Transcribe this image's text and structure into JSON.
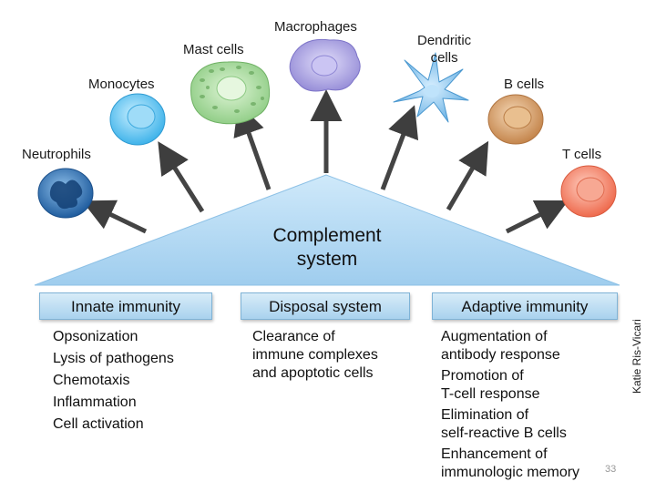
{
  "cells": {
    "neutrophils": "Neutrophils",
    "monocytes": "Monocytes",
    "mast_cells": "Mast cells",
    "macrophages": "Macrophages",
    "dendritic_line1": "Dendritic",
    "dendritic_line2": "cells",
    "b_cells": "B cells",
    "t_cells": "T cells"
  },
  "center": {
    "title_line1": "Complement",
    "title_line2": "system"
  },
  "columns": [
    {
      "heading": "Innate immunity",
      "items": [
        "Opsonization",
        "Lysis of pathogens",
        "Chemotaxis",
        "Inflammation",
        "Cell activation"
      ]
    },
    {
      "heading": "Disposal system",
      "items": [
        "Clearance of",
        "immune complexes",
        "and apoptotic cells"
      ]
    },
    {
      "heading": "Adaptive immunity",
      "items": [
        "Augmentation of",
        "antibody response",
        "Promotion of",
        "T-cell response",
        "Elimination of",
        "self-reactive B cells",
        "Enhancement of",
        "immunologic memory"
      ]
    }
  ],
  "credit": "Katie Ris-Vicari",
  "page_number": "33",
  "colors": {
    "triangle": "#b9def5",
    "neutrophil": "#2a6fb5",
    "monocyte": "#5fc3ef",
    "mast": "#a9dba0",
    "macrophage": "#a9a3df",
    "dendritic": "#7fc0ea",
    "b_cell": "#d9a06a",
    "t_cell": "#f3836a",
    "arrow": "#4a4a4a"
  }
}
